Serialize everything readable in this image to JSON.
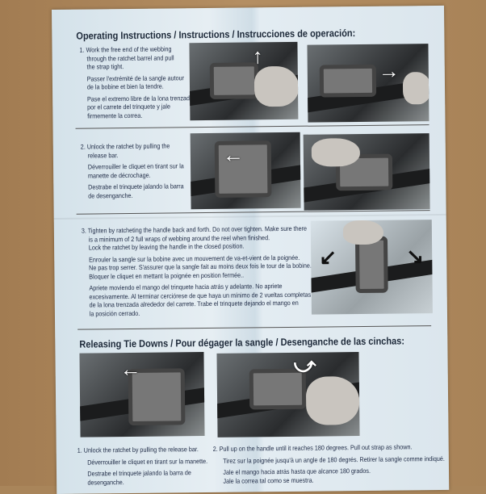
{
  "operating": {
    "title": "Operating Instructions / Instructions  / Instrucciones de operación:",
    "steps": [
      {
        "en": [
          "1. Work the free end of the webbing",
          "through the ratchet barrel and pull",
          "the strap tight."
        ],
        "fr": [
          "Passer l'extrémité de la sangle autour",
          "de la bobine et bien la tendre."
        ],
        "es": [
          "Pase el extremo libre de la lona trenzada",
          "por el carrete del trinquete y jale",
          "firmemente la correa."
        ]
      },
      {
        "en": [
          "2. Unlock the ratchet by pulling the",
          "release bar."
        ],
        "fr": [
          "Déverrouiller le cliquet en tirant sur la",
          "manette de décrochage."
        ],
        "es": [
          "Destrabe el trinquete jalando la barra",
          "de desenganche."
        ]
      },
      {
        "en": [
          "3. Tighten by ratcheting the handle back and forth.  Do not over tighten.  Make sure there",
          "is a minimum of 2 full wraps of webbing around the reel when finished.",
          "Lock the ratchet by leaving the handle in the closed position."
        ],
        "fr": [
          "Enrouler la sangle sur la bobine avec un mouvement de va-et-vient de la poignée.",
          "Ne pas trop serrer. S'assurer que la sangle fait au moins deux fois le tour de la bobine.",
          "Bloquer le cliquet en mettant la poignée en position fermée.."
        ],
        "es": [
          "Apriete moviendo el mango del trinquete hacia atrás y adelante.  No apriete",
          "excesivamente. Al terminar cerciórese de que haya un mínimo de 2 vueltas completas",
          "de la lona trenzada alrededor del carrete. Trabe el trinquete dejando el mango en",
          "la posición cerrado."
        ]
      }
    ]
  },
  "releasing": {
    "title": "Releasing Tie Downs / Pour dégager la sangle / Desenganche de las cinchas:",
    "steps": [
      {
        "en": [
          "1.  Unlock the ratchet by pulling the release bar."
        ],
        "fr": [
          "Déverrouiller le cliquet en tirant sur la manette."
        ],
        "es": [
          "Destrabe el trinquete jalando la barra de",
          "desenganche."
        ]
      },
      {
        "en": [
          "2.  Pull up on the handle until it reaches 180 degrees. Pull out strap as shown."
        ],
        "fr": [
          "Tirez sur la poignée jusqu'à un angle de 180 degrés. Retirer la sangle comme indiqué."
        ],
        "es": [
          "Jale el mango hacia atrás hasta que alcance 180 grados.",
          "Jale la correa tal como se muestra."
        ]
      }
    ]
  }
}
